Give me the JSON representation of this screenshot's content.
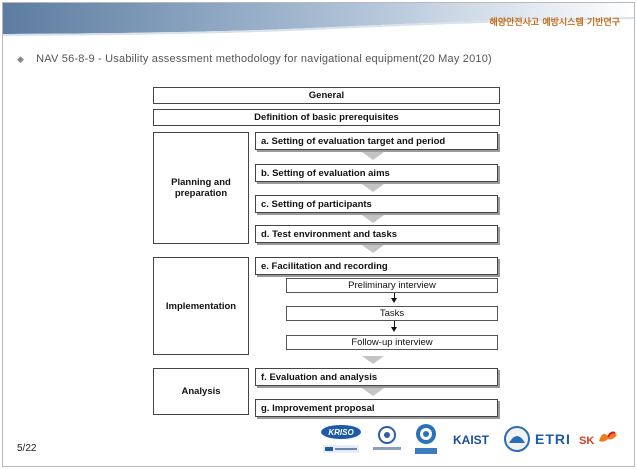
{
  "header": {
    "org_text": "해양안전사고 예방시스템 기반연구"
  },
  "subtitle": "NAV 56-8-9 - Usability assessment methodology for navigational equipment(20 May 2010)",
  "flow": {
    "general": "General",
    "prerequisites": "Definition of basic prerequisites",
    "planning": {
      "label": "Planning and preparation",
      "steps": [
        "a. Setting of evaluation target and period",
        "b. Setting of evaluation aims",
        "c. Setting of participants",
        "d. Test environment and tasks"
      ]
    },
    "implementation": {
      "label": "Implementation",
      "step": "e. Facilitation and recording",
      "substeps": [
        "Preliminary interview",
        "Tasks",
        "Follow-up interview"
      ]
    },
    "analysis": {
      "label": "Analysis",
      "steps": [
        "f. Evaluation and analysis",
        "g. Improvement proposal"
      ]
    }
  },
  "footer": {
    "page": "5/22",
    "logos": [
      "KRISO",
      "KAIST",
      "ETRI",
      "SK"
    ]
  },
  "colors": {
    "header_accent": "#c2701e",
    "arrow": "#c4c4c4",
    "header_band": "#5a7fa8"
  }
}
